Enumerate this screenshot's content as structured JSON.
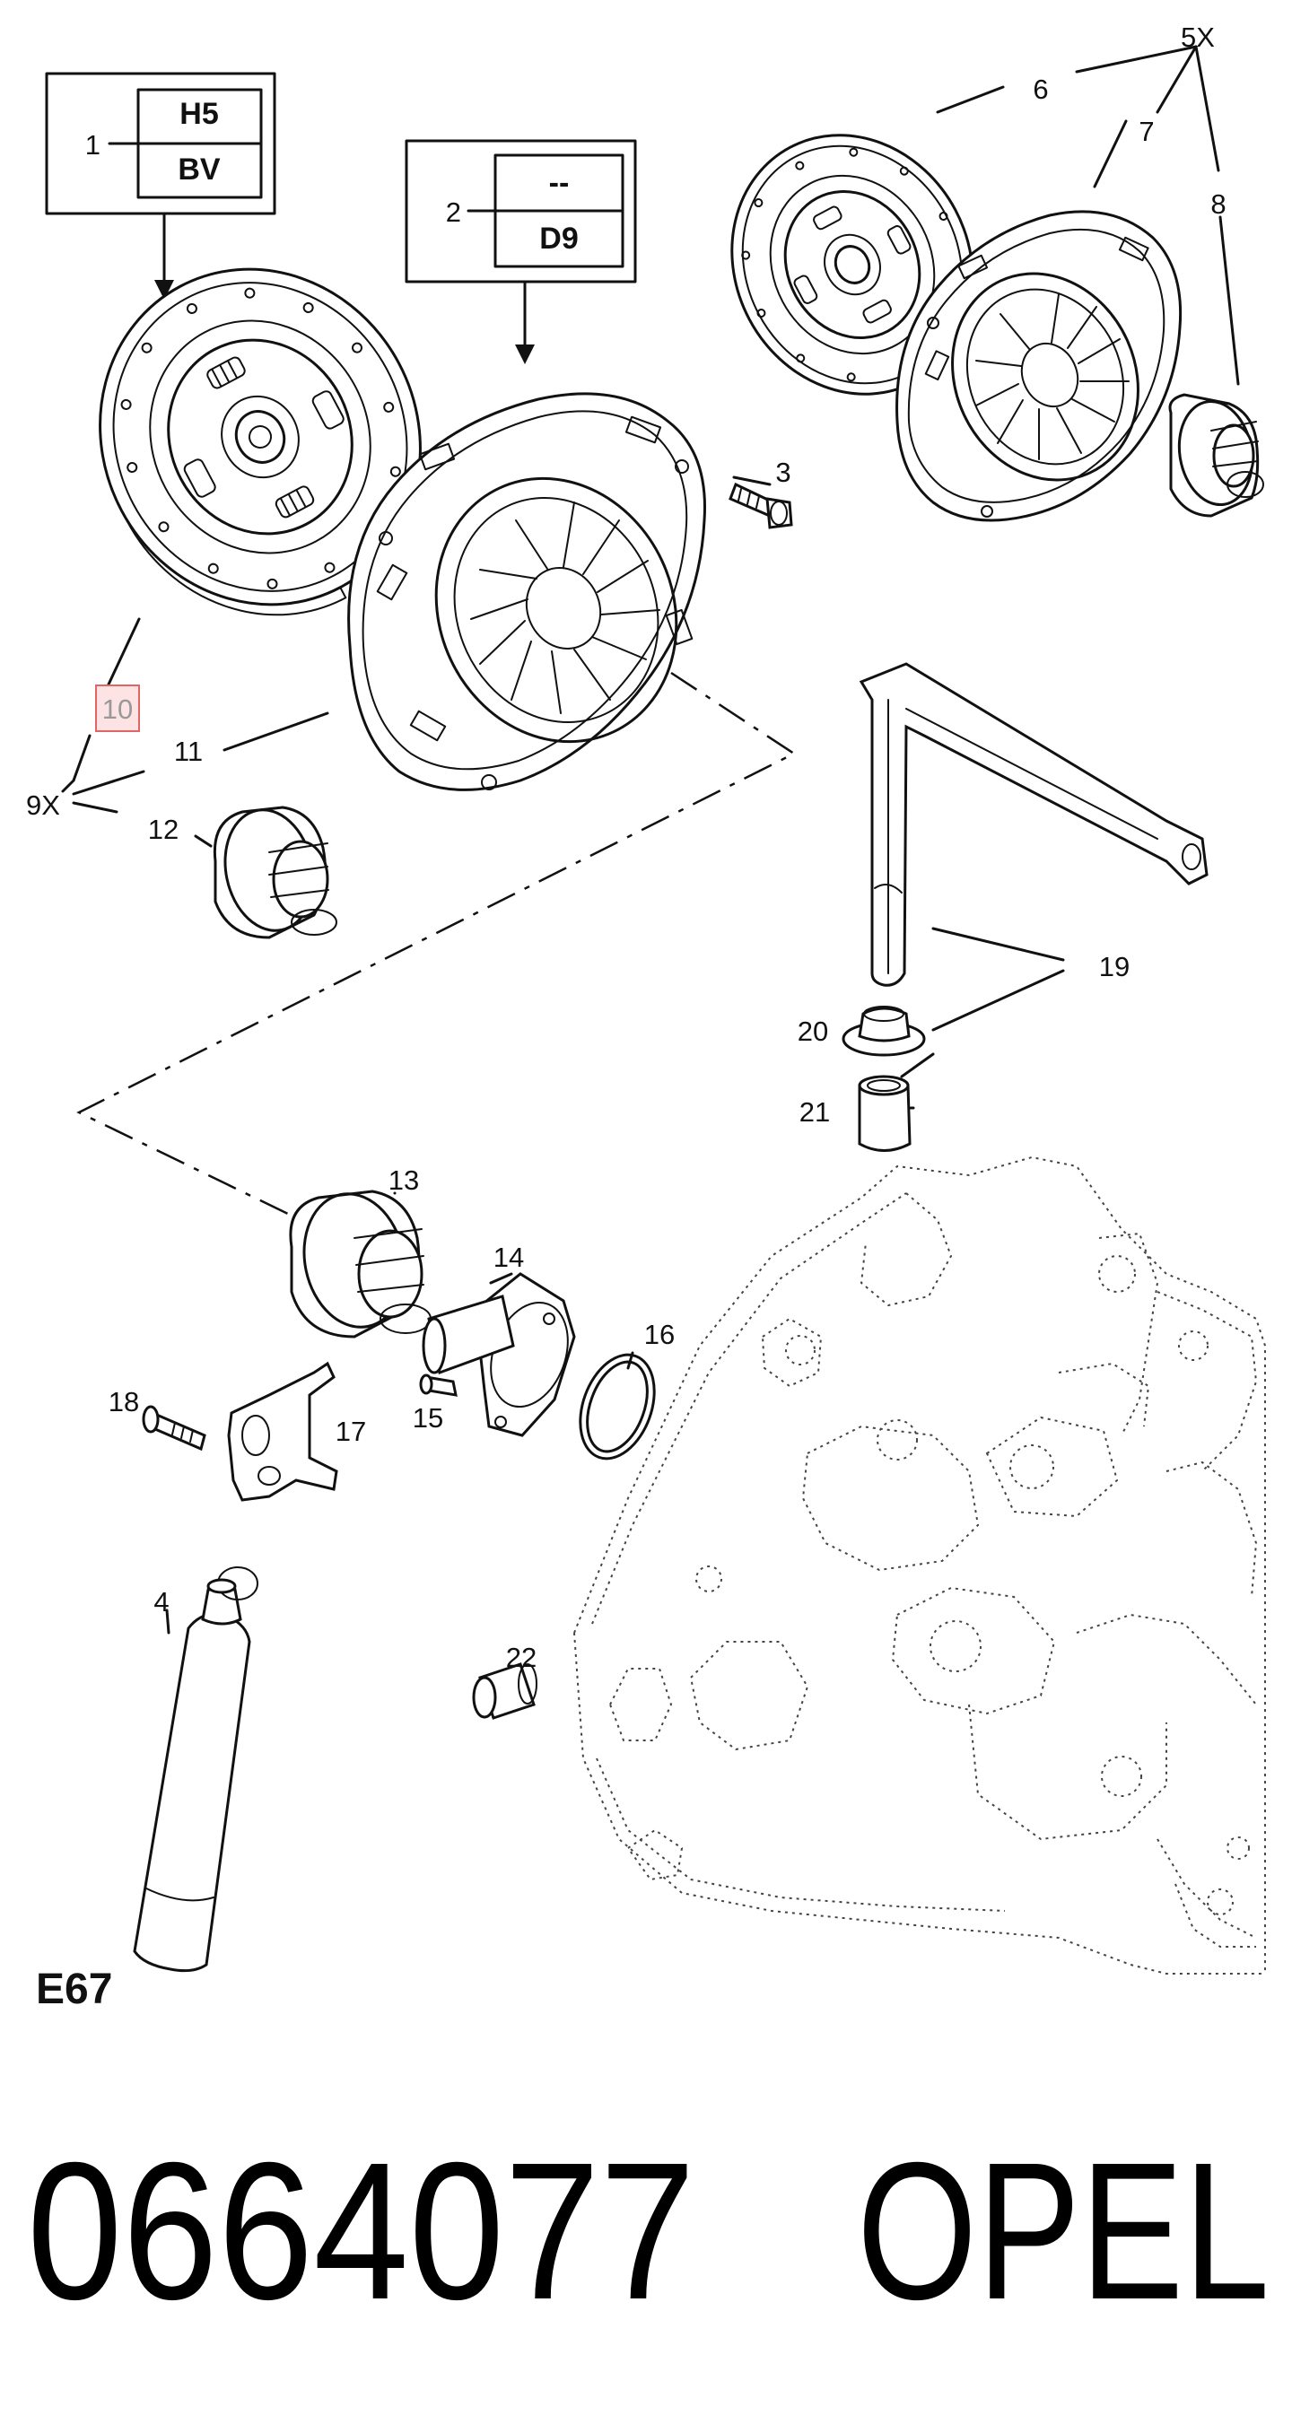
{
  "callouts": {
    "c1": "1",
    "c2": "2",
    "c3": "3",
    "c4": "4",
    "c5x": "5X",
    "c6": "6",
    "c7": "7",
    "c8": "8",
    "c9x": "9X",
    "c10": "10",
    "c11": "11",
    "c12": "12",
    "c13": "13",
    "c14": "14",
    "c15": "15",
    "c16": "16",
    "c17": "17",
    "c18": "18",
    "c19": "19",
    "c20": "20",
    "c21": "21",
    "c22": "22"
  },
  "box1": {
    "top": "H5",
    "bottom": "BV"
  },
  "box2": {
    "top": "--",
    "bottom": "D9"
  },
  "diagram_code": "E67",
  "part_number": "0664077",
  "brand": "OPEL",
  "colors": {
    "highlight_fill": "#fde3e3",
    "highlight_stroke": "#e06666"
  }
}
